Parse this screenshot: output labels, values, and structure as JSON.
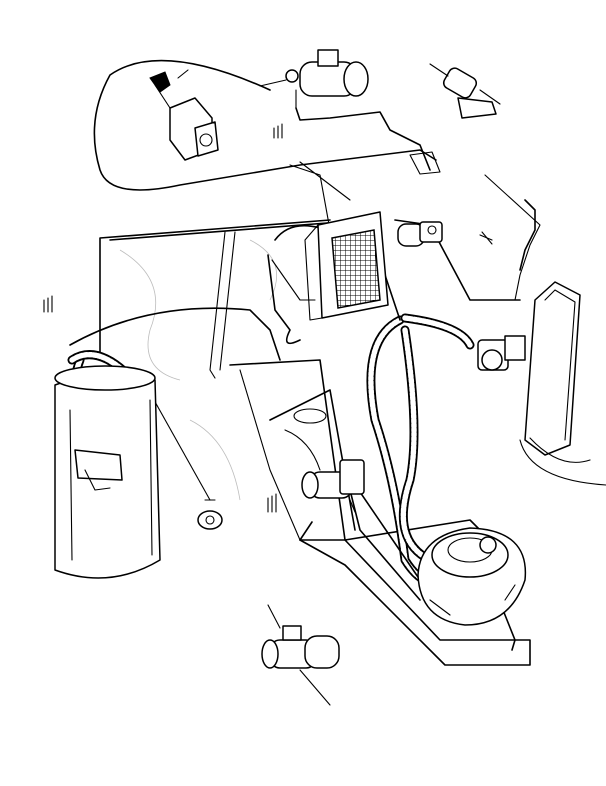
{
  "diagram": {
    "components": [
      {
        "id": "control-switch",
        "icon": "switch-unit-icon"
      },
      {
        "id": "ignition-coil",
        "icon": "coil-icon"
      },
      {
        "id": "fuel-pump-top",
        "icon": "pump-icon"
      },
      {
        "id": "heat-exchanger",
        "icon": "radiator-icon"
      },
      {
        "id": "solenoid-valve",
        "icon": "valve-icon"
      },
      {
        "id": "tank",
        "icon": "cylinder-tank-icon"
      },
      {
        "id": "heater-burner",
        "icon": "burner-icon"
      },
      {
        "id": "dosing-pump",
        "icon": "pump-icon"
      },
      {
        "id": "heater-duct",
        "icon": "duct-icon"
      },
      {
        "id": "blower-motor",
        "icon": "motor-icon"
      }
    ],
    "colors": {
      "line": "#000000",
      "paper": "#ffffff"
    }
  }
}
